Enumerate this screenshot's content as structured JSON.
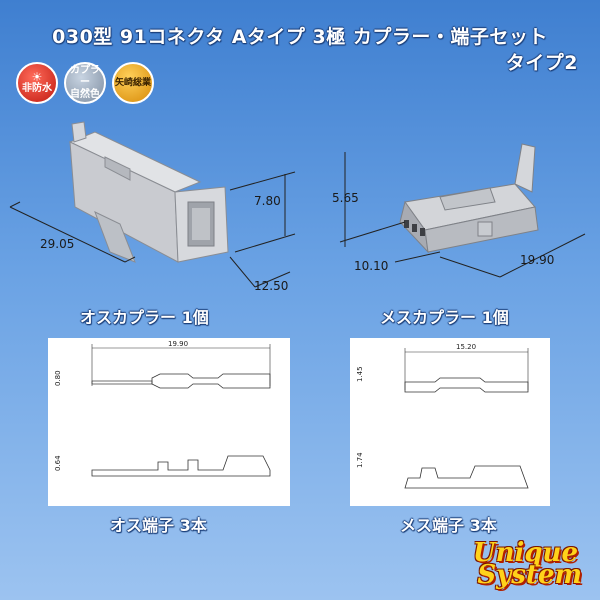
{
  "header": {
    "title_line1": "030型 91コネクタ Aタイプ 3極 カプラー・端子セット",
    "title_line2": "タイプ2"
  },
  "badges": {
    "waterproof": "非防水",
    "color_line1": "カプラー",
    "color_line2": "自然色",
    "maker": "矢崎総業"
  },
  "male_coupler": {
    "caption": "オスカプラー 1個",
    "dim_length": "29.05",
    "dim_height": "7.80",
    "dim_width": "12.50",
    "color": "#c9cbd0"
  },
  "female_coupler": {
    "caption": "メスカプラー 1個",
    "dim_height": "5.65",
    "dim_width": "10.10",
    "dim_length": "19.90",
    "color": "#b9bcc2"
  },
  "male_terminal": {
    "caption": "オス端子 3本",
    "dim_length": "19.90",
    "dim_thickness": "0.80",
    "dim_side": "0.64"
  },
  "female_terminal": {
    "caption": "メス端子 3本",
    "dim_length": "15.20",
    "dim_height": "1.45",
    "dim_side": "1.74"
  },
  "logo": {
    "line1": "Unique",
    "line2": "System"
  }
}
